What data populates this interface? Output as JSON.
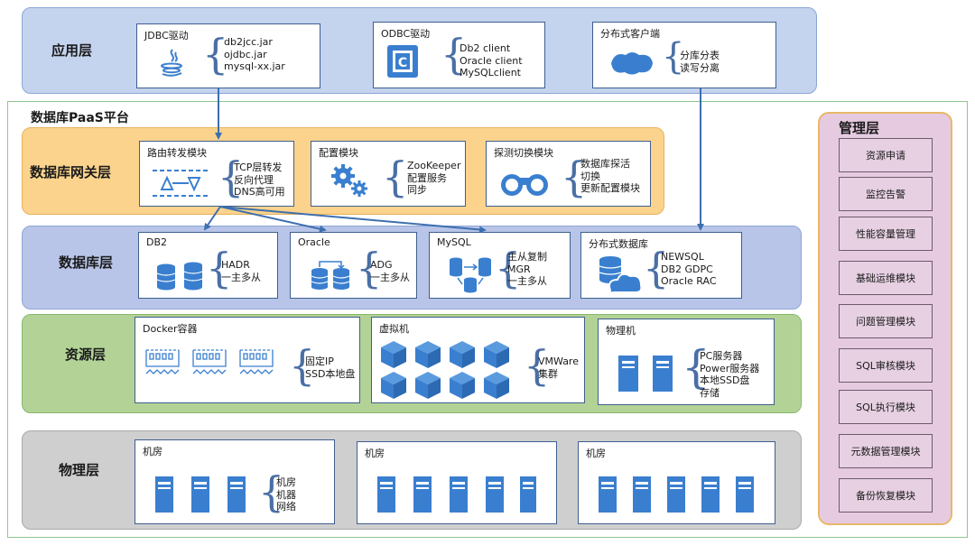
{
  "app_layer": {
    "label": "应用层",
    "jdbc": {
      "title": "JDBC驱动",
      "items": [
        "db2jcc.jar",
        "ojdbc.jar",
        "mysql-xx.jar"
      ]
    },
    "odbc": {
      "title": "ODBC驱动",
      "items": [
        "Db2 client",
        "Oracle client",
        "MySQLclient"
      ]
    },
    "dist_client": {
      "title": "分布式客户端",
      "items": [
        "分库分表",
        "读写分离"
      ]
    }
  },
  "platform": {
    "label": "数据库PaaS平台"
  },
  "gateway_layer": {
    "label": "数据库网关层",
    "routing": {
      "title": "路由转发模块",
      "items": [
        "TCP层转发",
        "反向代理",
        "DNS高可用"
      ]
    },
    "config": {
      "title": "配置模块",
      "items": [
        "ZooKeeper",
        "配置服务",
        "同步"
      ]
    },
    "probe": {
      "title": "探测切换模块",
      "items": [
        "数据库探活",
        "切换",
        "更新配置模块"
      ]
    }
  },
  "db_layer": {
    "label": "数据库层",
    "db2": {
      "title": "DB2",
      "items": [
        "HADR",
        "一主多从"
      ]
    },
    "oracle": {
      "title": "Oracle",
      "items": [
        "ADG",
        "一主多从"
      ]
    },
    "mysql": {
      "title": "MySQL",
      "items": [
        "主从复制",
        "MGR",
        "一主多从"
      ]
    },
    "distributed": {
      "title": "分布式数据库",
      "items": [
        "NEWSQL",
        "DB2 GDPC",
        "Oracle RAC"
      ]
    }
  },
  "resource_layer": {
    "label": "资源层",
    "docker": {
      "title": "Docker容器",
      "items": [
        "固定IP",
        "SSD本地盘"
      ]
    },
    "vm": {
      "title": "虚拟机",
      "items": [
        "VMWare",
        "集群"
      ]
    },
    "physical": {
      "title": "物理机",
      "items": [
        "PC服务器",
        "Power服务器",
        "本地SSD盘",
        "存储"
      ]
    }
  },
  "physical_layer": {
    "label": "物理层",
    "rooms": [
      {
        "title": "机房",
        "items": [
          "机房",
          "机器",
          "网络"
        ]
      },
      {
        "title": "机房"
      },
      {
        "title": "机房"
      }
    ]
  },
  "management": {
    "label": "管理层",
    "items": [
      "资源申请",
      "监控告警",
      "性能容量管理",
      "基础运维模块",
      "问题管理模块",
      "SQL审核模块",
      "SQL执行模块",
      "元数据管理模块",
      "备份恢复模块"
    ]
  },
  "colors": {
    "app_band": "#c4d3ee",
    "gateway_band": "#fbd38d",
    "db_band": "#b8c5e8",
    "resource_band": "#b3d396",
    "physical_band": "#cfcfcf",
    "mgmt_band": "#e6cbe0",
    "icon_blue": "#3a7fcf",
    "arrow": "#3d6fb0"
  }
}
